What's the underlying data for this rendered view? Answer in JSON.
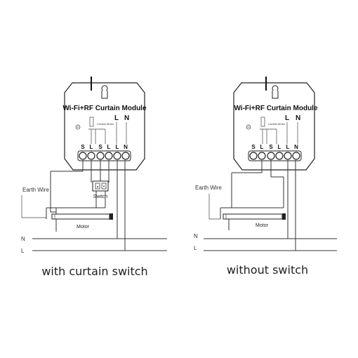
{
  "left": {
    "module_title": "Wi-Fi+RF Curtain Module",
    "module_L": "L",
    "module_N": "N",
    "motor_tag": "Curtain Motor",
    "terminals": [
      "S",
      "L",
      "S",
      "L",
      "L",
      "N"
    ],
    "earth_wire": "Earth Wire",
    "switch_label": "Switch",
    "motor_label": "Motor",
    "line_N": "N",
    "line_L": "L",
    "caption": "with curtain switch"
  },
  "right": {
    "module_title": "Wi-Fi+RF Curtain Module",
    "module_L": "L",
    "module_N": "N",
    "motor_tag": "Curtain Motor",
    "terminals": [
      "S",
      "L",
      "S",
      "L",
      "L",
      "N"
    ],
    "earth_wire": "Earth Wire",
    "motor_label": "Motor",
    "line_N": "N",
    "line_L": "L",
    "caption": "without switch"
  }
}
